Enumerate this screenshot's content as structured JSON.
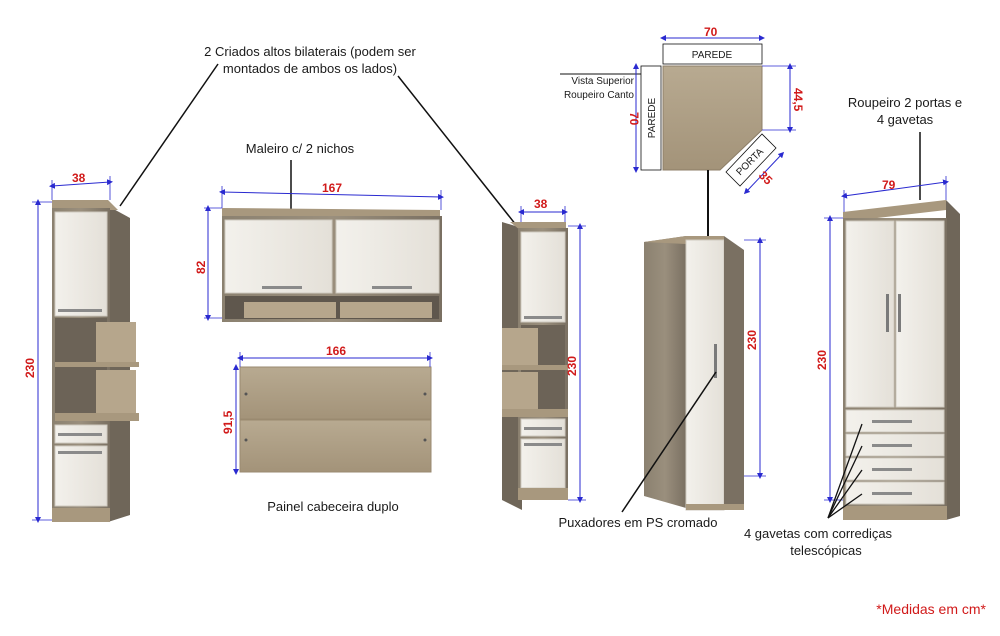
{
  "labels": {
    "criados_line1": "2 Criados altos bilaterais (podem ser",
    "criados_line2": "montados de ambos os lados)",
    "maleiro": "Maleiro c/ 2 nichos",
    "painel": "Painel cabeceira duplo",
    "vista_line1": "Vista Superior",
    "vista_line2": "Roupeiro Canto",
    "parede": "PAREDE",
    "porta": "PORTA",
    "puxadores": "Puxadores em PS cromado",
    "roupeiro_line1": "Roupeiro 2 portas e",
    "roupeiro_line2": "4  gavetas",
    "gavetas_line1": "4 gavetas com corrediças",
    "gavetas_line2": "telescópicas",
    "medidas": "*Medidas em cm*"
  },
  "dimensions": {
    "criado_left_width": "38",
    "criado_left_height": "230",
    "maleiro_width": "167",
    "maleiro_height": "82",
    "painel_width": "166",
    "painel_height": "91,5",
    "criado_right_width": "38",
    "criado_right_height": "230",
    "vista_top": "70",
    "vista_left": "70",
    "vista_right": "44,5",
    "vista_diag": "35",
    "canto_height": "230",
    "roupeiro_width": "79",
    "roupeiro_height": "230"
  },
  "colors": {
    "wood_side": "#7d7366",
    "wood_light": "#b3a48c",
    "white_door": "#efece6",
    "dimension_line": "#2a2ad0",
    "dimension_text": "#d11a1a"
  }
}
